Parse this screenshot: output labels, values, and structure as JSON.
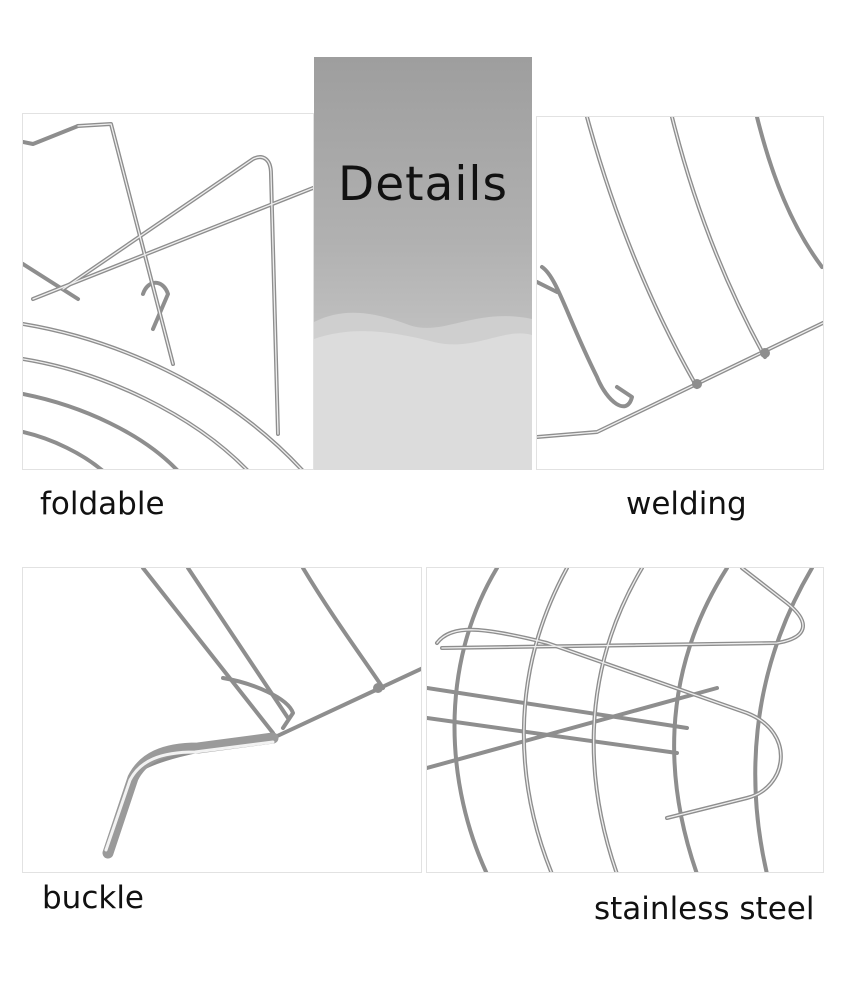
{
  "title": "Details",
  "captions": {
    "foldable": "foldable",
    "welding": "welding",
    "buckle": "buckle",
    "stainless_steel": "stainless steel"
  },
  "colors": {
    "wire_dark": "#8a8a8a",
    "wire_light": "#e8e8e8",
    "title_bg_top": "#9e9e9e",
    "title_bg_bottom": "#d8d8d8",
    "text": "#111111"
  }
}
